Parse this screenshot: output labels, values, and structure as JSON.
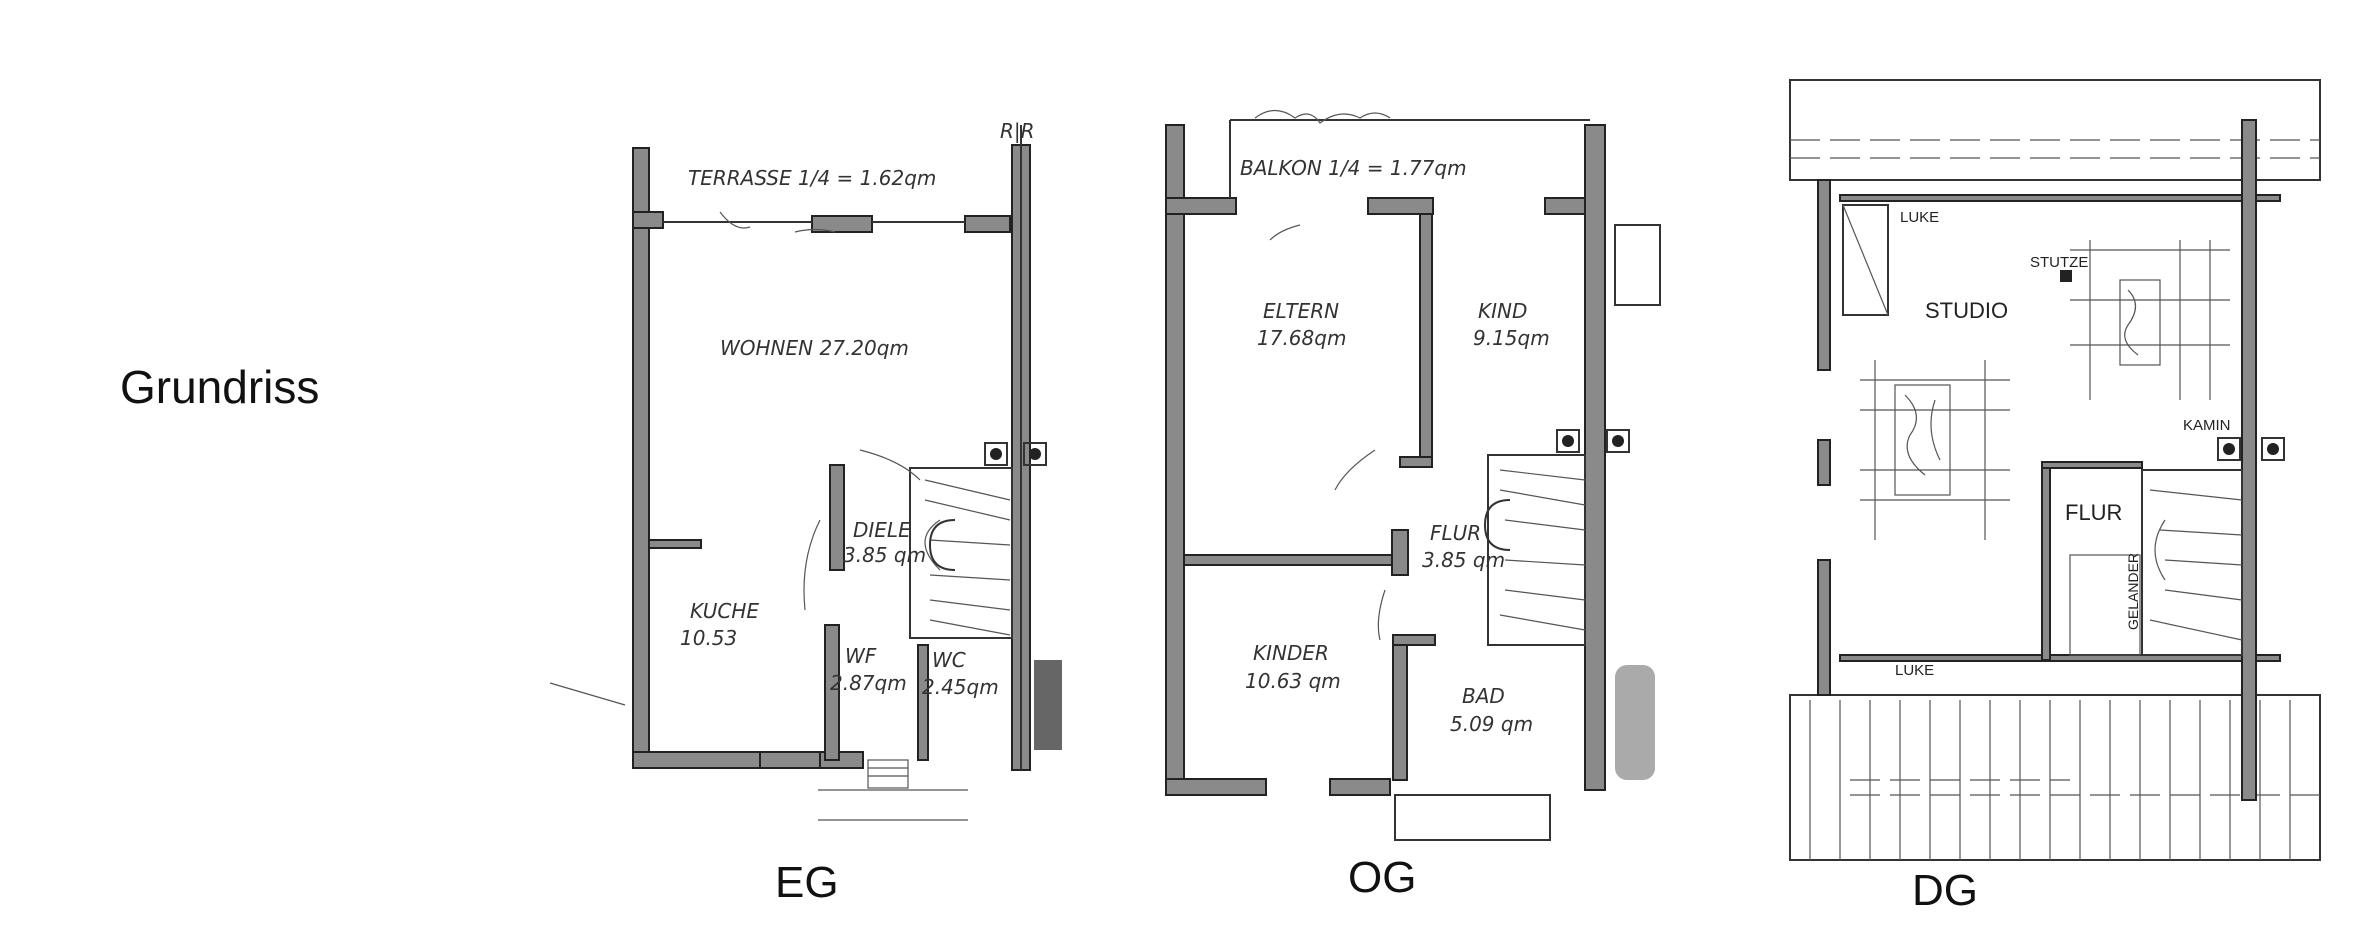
{
  "page_title": "Grundriss",
  "floors": {
    "eg": {
      "caption": "EG",
      "marker": "R|R",
      "rooms": [
        {
          "name": "TERRASSE 1/4 = 1.62qm"
        },
        {
          "name": "WOHNEN 27.20qm"
        },
        {
          "name": "DIELE",
          "area": "3.85 qm"
        },
        {
          "name": "KUCHE",
          "area": "10.53"
        },
        {
          "name": "WF",
          "area": "2.87qm"
        },
        {
          "name": "WC",
          "area": "2.45qm"
        }
      ]
    },
    "og": {
      "caption": "OG",
      "rooms": [
        {
          "name": "BALKON 1/4 = 1.77qm"
        },
        {
          "name": "ELTERN",
          "area": "17.68qm"
        },
        {
          "name": "KIND",
          "area": "9.15qm"
        },
        {
          "name": "FLUR",
          "area": "3.85 qm"
        },
        {
          "name": "KINDER",
          "area": "10.63 qm"
        },
        {
          "name": "BAD",
          "area": "5.09 qm"
        }
      ]
    },
    "dg": {
      "caption": "DG",
      "labels": {
        "luke_top": "LUKE",
        "stutze": "STUTZE",
        "studio": "STUDIO",
        "kamin": "KAMIN",
        "flur": "FLUR",
        "gelander": "GELANDER",
        "luke_bottom": "LUKE"
      }
    }
  }
}
